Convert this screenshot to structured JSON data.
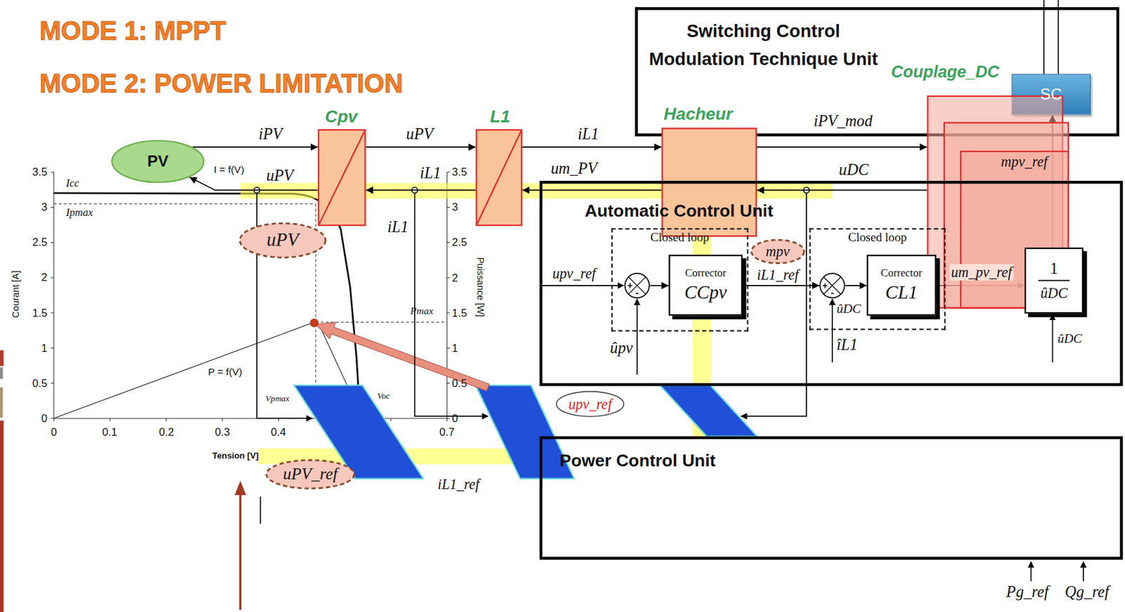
{
  "diagram": {
    "nodes": [
      {
        "text": [
          "Switching Control Modulation Technique Unit"
        ]
      },
      {
        "text": [
          "SC"
        ],
        "in": 0
      },
      {
        "text": [
          "Couplage_DC"
        ]
      },
      {
        "text": [
          "PV"
        ]
      },
      {
        "text": [
          "Cpv"
        ]
      },
      {
        "text": [
          "L1"
        ]
      },
      {
        "text": [
          "Hacheur"
        ]
      },
      {
        "text": [
          "Automatic Control Unit"
        ]
      },
      {
        "text": [
          "Closed loop"
        ],
        "in": 7
      },
      {
        "text": [
          "+",
          "-"
        ],
        "in": 8
      },
      {
        "text": [
          "Corrector",
          "CCpv"
        ],
        "in": 8
      },
      {
        "text": [
          "mpv"
        ],
        "in": 7
      },
      {
        "text": [
          "Closed loop"
        ],
        "in": 7
      },
      {
        "text": [
          "+",
          "-"
        ],
        "in": 12
      },
      {
        "text": [
          "Corrector",
          "CL1"
        ],
        "in": 12
      },
      {
        "text": [
          "1",
          "ûDC"
        ],
        "in": 7
      },
      {
        "text": [
          "uPV"
        ]
      },
      {
        "text": [
          "upv_ref"
        ]
      },
      {
        "text": [
          "uPV_ref"
        ]
      },
      {
        "text": [
          "Power Control Unit"
        ]
      }
    ],
    "edges": [
      {
        "from": 3,
        "to": 4,
        "label": "iPV",
        "arrow": "to"
      },
      {
        "from": 4,
        "to": 5,
        "label": "uPV",
        "arrow": "to"
      },
      {
        "from": 5,
        "to": 6,
        "label": "iL1",
        "arrow": "to"
      },
      {
        "from": 6,
        "to": 2,
        "label": "iPV_mod",
        "arrow": "to"
      },
      {
        "from": 2,
        "to": 6,
        "label": "uDC",
        "arrow": "to"
      },
      {
        "from": 6,
        "to": 5,
        "label": "um_PV",
        "arrow": "to"
      },
      {
        "from": 5,
        "to": 4,
        "label": "iL1",
        "arrow": "to"
      },
      {
        "from": 4,
        "to": 3,
        "label": "uPV",
        "arrow": "to"
      },
      {
        "from": 9,
        "to": 10,
        "arrow": "to"
      },
      {
        "from": 10,
        "to": 13,
        "label": "iL1_ref",
        "arrow": "to"
      },
      {
        "from": 13,
        "to": 14,
        "arrow": "to"
      },
      {
        "from": 14,
        "to": 15,
        "label": "um_pv_ref",
        "arrow": "to"
      },
      {
        "from": 15,
        "to": 1,
        "label": "mpv_ref",
        "arrow": "to"
      }
    ],
    "labels": [
      "MODE 1: MPPT",
      "MODE 2: POWER LIMITATION",
      "3.5",
      "3",
      "2.5",
      "2",
      "1.5",
      "1",
      "0.5",
      "0",
      "3.5",
      "3",
      "2.5",
      "2",
      "1.5",
      "1",
      "0.5",
      "0",
      "0",
      "0.1",
      "0.2",
      "0.3",
      "0.4",
      "0.7",
      "Courant [A]",
      "Puissance [W]",
      "Tension [V]",
      "Icc",
      "Ipmax",
      "I = f(V)",
      "P = f(V)",
      "Pmax",
      "Vpmax",
      "Voc",
      "iL1",
      "upv_ref",
      "ûpv",
      "îL1",
      "ûDC",
      "ûDC",
      "iL1_ref",
      "Pg_ref",
      "Qg_ref"
    ]
  }
}
